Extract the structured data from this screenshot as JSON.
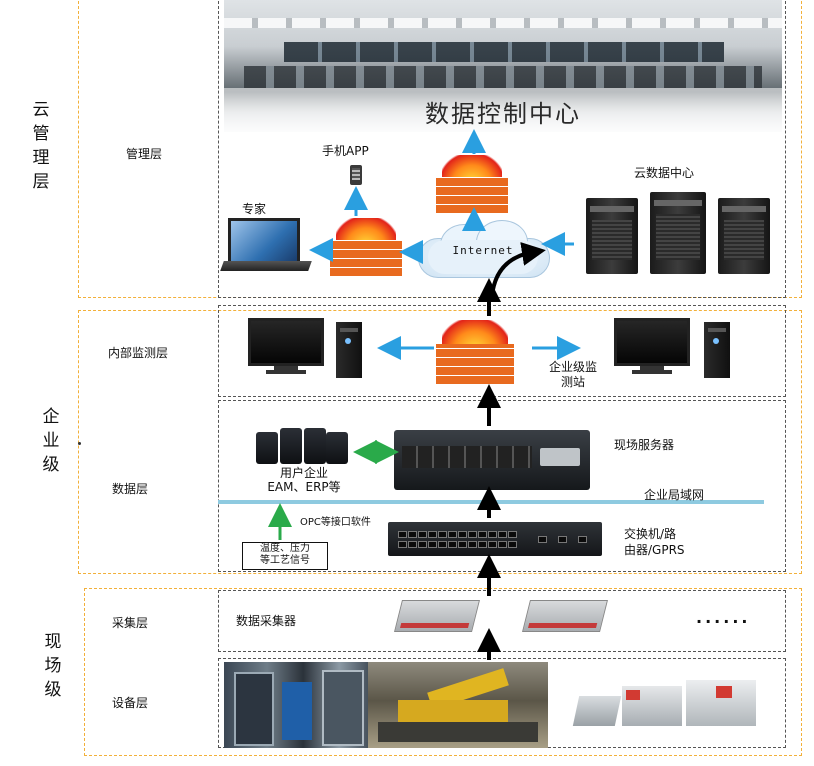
{
  "levels": {
    "cloud": "云\n管\n理\n层",
    "enterprise": "企\n业\n级",
    "field": "现\n场\n级"
  },
  "layers": {
    "management": "管理层",
    "monitoring": "内部监测层",
    "data": "数据层",
    "collection": "采集层",
    "equipment": "设备层"
  },
  "nodes": {
    "control_center": "数据控制中心",
    "mobile_app": "手机APP",
    "expert": "专家",
    "internet": "Internet",
    "cloud_dc": "云数据中心",
    "monitor_station": "企业级监\n测站",
    "field_server": "现场服务器",
    "user_systems": "用户企业\nEAM、ERP等",
    "lan": "企业局域网",
    "opc": "OPC等接口软件",
    "sensors": "温度、压力\n等工艺信号",
    "switch_router": "交换机/路\n由器/GPRS",
    "collector": "数据采集器",
    "ellipsis": "......"
  },
  "colors": {
    "band_border": "#f2b03a",
    "lan_line": "#8ecae0",
    "arrow_blue": "#2a9fe0",
    "arrow_green": "#2aaa4a",
    "arrow_black": "#000000"
  }
}
